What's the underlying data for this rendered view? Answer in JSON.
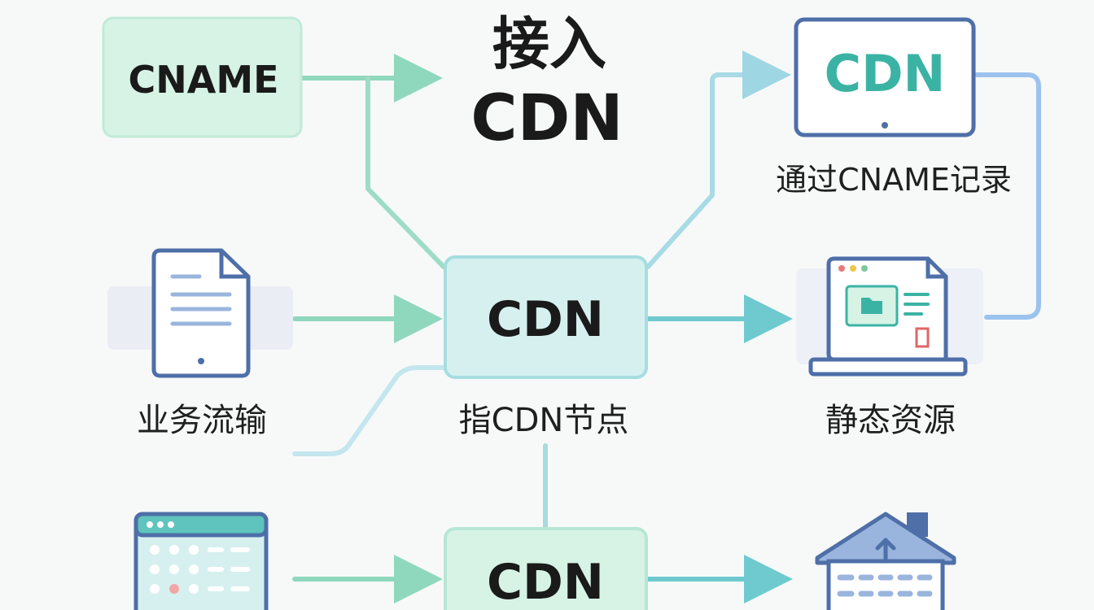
{
  "title": {
    "line1": "接入",
    "line2": "CDN"
  },
  "boxes": {
    "cname": "CNAME",
    "cdn_center": "CDN",
    "cdn_bottom": "CDN",
    "cdn_monitor": "CDN"
  },
  "captions": {
    "monitor": "通过CNAME记录",
    "center": "指CDN节点",
    "document": "业务流输",
    "laptop": "静态资源"
  },
  "icons": [
    "document-icon",
    "dashboard-icon",
    "monitor-icon",
    "laptop-icon",
    "house-icon"
  ],
  "colors": {
    "green_line": "#8fd8bd",
    "teal_line": "#8ed3d6",
    "blue_line": "#8fb8e8",
    "cname_fill": "#d6f3e6",
    "cdn_fill": "#d6f0f0",
    "cdn_text_teal": "#3bb3a4",
    "outline_blue": "#4e6fa8"
  }
}
